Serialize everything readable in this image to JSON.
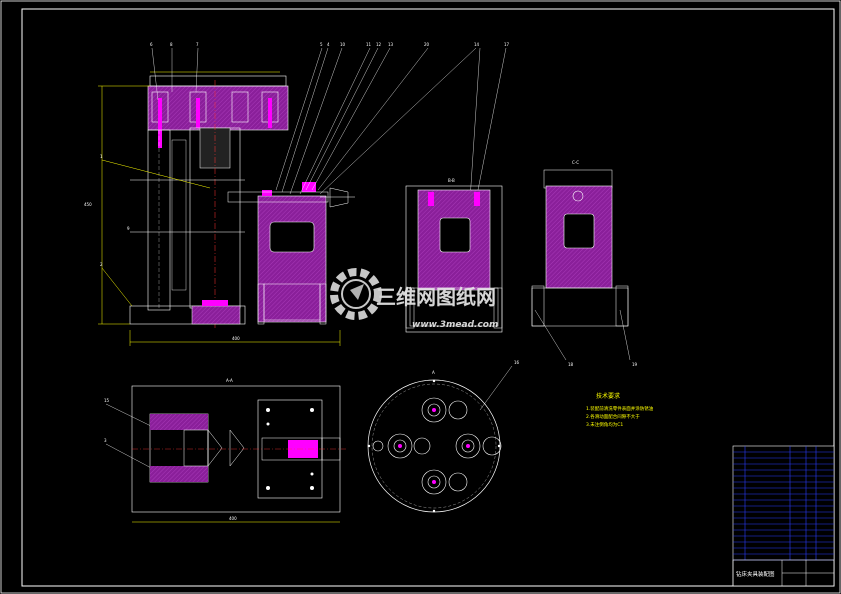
{
  "drawing": {
    "sheet_colors": {
      "background": "#000000",
      "line": "#ffffff",
      "fill": "#8a1f9a",
      "accent": "#ff00ff",
      "dimension": "#ffff00",
      "title_block": "#0000ff"
    }
  },
  "watermark": {
    "brand": "三维网图纸网",
    "url": "www.3mead.com",
    "icon": "gear-logo"
  },
  "technical_requirements": {
    "title": "技术要求",
    "items": [
      "1.装配前清洗零件表面并涂防锈油",
      "2.各滑动面配合间隙不大于",
      "3.未注倒角均为C1"
    ]
  },
  "title_block": {
    "name": "钻床夹具装配图"
  }
}
